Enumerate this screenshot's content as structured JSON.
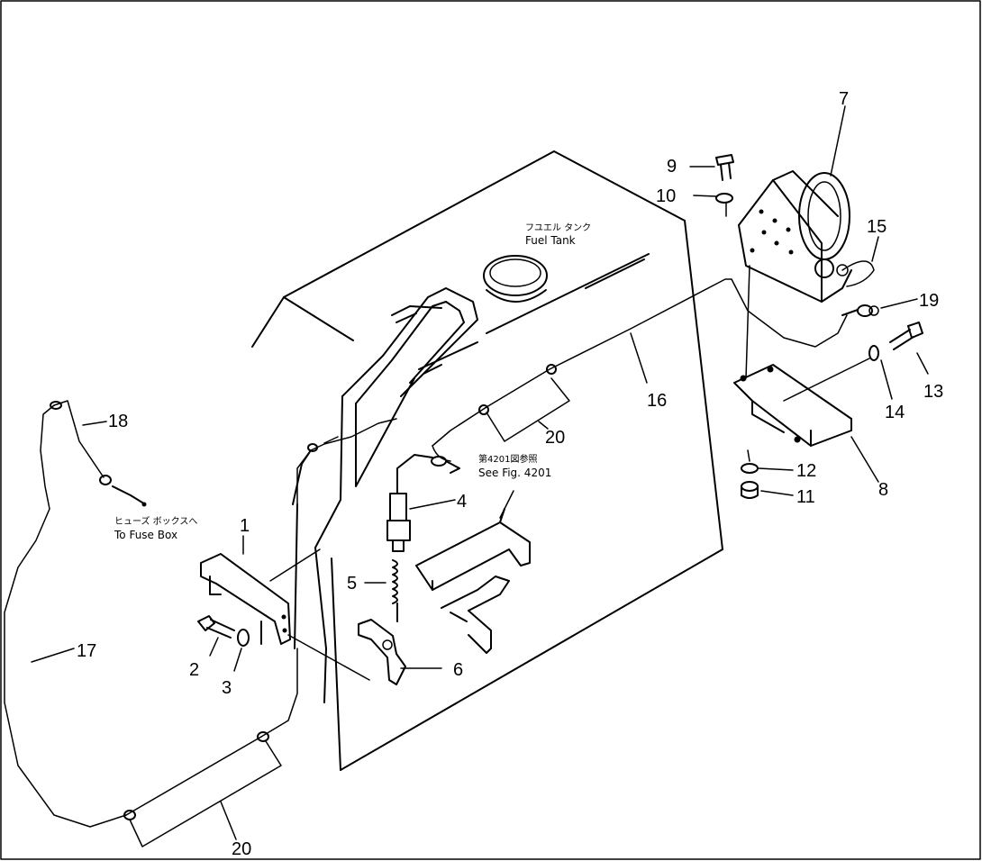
{
  "callouts": {
    "c1": "1",
    "c2": "2",
    "c3": "3",
    "c4": "4",
    "c5": "5",
    "c6": "6",
    "c7": "7",
    "c8": "8",
    "c9": "9",
    "c10": "10",
    "c11": "11",
    "c12": "12",
    "c13": "13",
    "c14": "14",
    "c15": "15",
    "c16": "16",
    "c17": "17",
    "c18": "18",
    "c19": "19",
    "c20a": "20",
    "c20b": "20"
  },
  "notes": {
    "fuel_tank_jp": "フユエル タンク",
    "fuel_tank_en": "Fuel Tank",
    "see_fig_jp": "第4201図参照",
    "see_fig_en": "See Fig. 4201",
    "fuse_box_jp": "ヒューズ ボックスへ",
    "fuse_box_en": "To Fuse Box"
  }
}
